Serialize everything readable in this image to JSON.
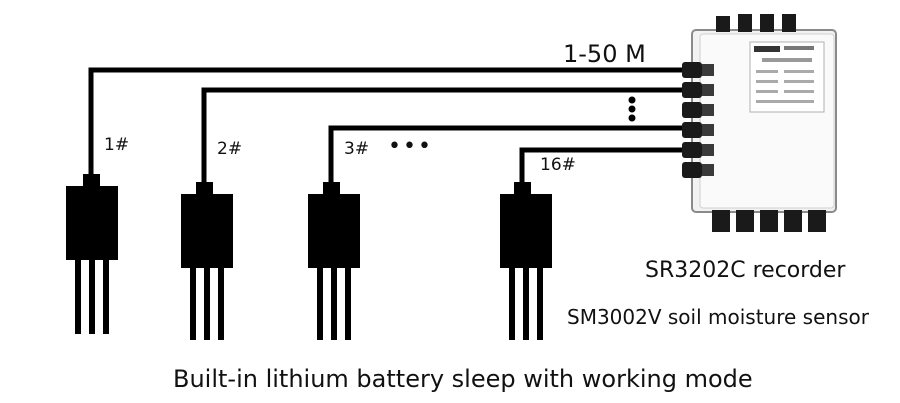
{
  "cable_length_label": "1-50 M",
  "sensor_labels": [
    "1#",
    "2#",
    "3#",
    "16#"
  ],
  "ellipsis_label": "•••",
  "recorder_label": "SR3202C recorder",
  "sensor_model_label": "SM3002V soil moisture sensor",
  "caption": "Built-in lithium battery sleep with working mode",
  "colors": {
    "cable": "#000000",
    "sensor": "#000000",
    "recorder_body": "#f2f2f2",
    "recorder_edge": "#8a8a8a",
    "connector": "#1a1a1a"
  },
  "icons": [
    "soil-moisture-sensor-icon",
    "data-recorder-device-icon",
    "cable-connector-icon"
  ]
}
